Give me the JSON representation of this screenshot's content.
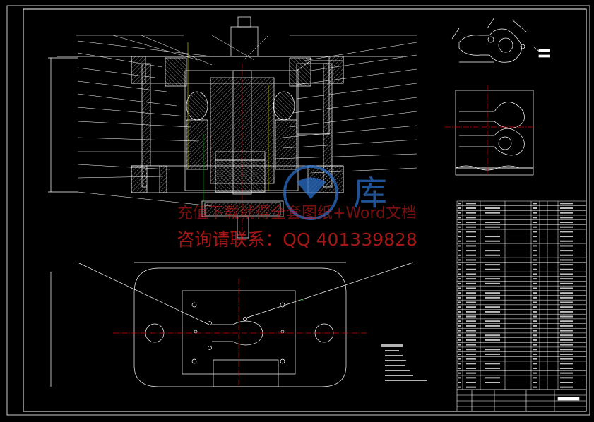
{
  "watermark": {
    "line1": "充值下载就得全套图纸+Word文档",
    "line2": "咨询请联系：QQ 401339828",
    "logo_char": "库"
  },
  "colors": {
    "background": "#000000",
    "line": "#ffffff",
    "accent_red": "#e00000",
    "accent_yellow": "#e0e000",
    "accent_green": "#00c000",
    "watermark_red": "#d21e1e",
    "watermark_blue": "#2a6fc9"
  },
  "bom": {
    "rows": 40
  }
}
